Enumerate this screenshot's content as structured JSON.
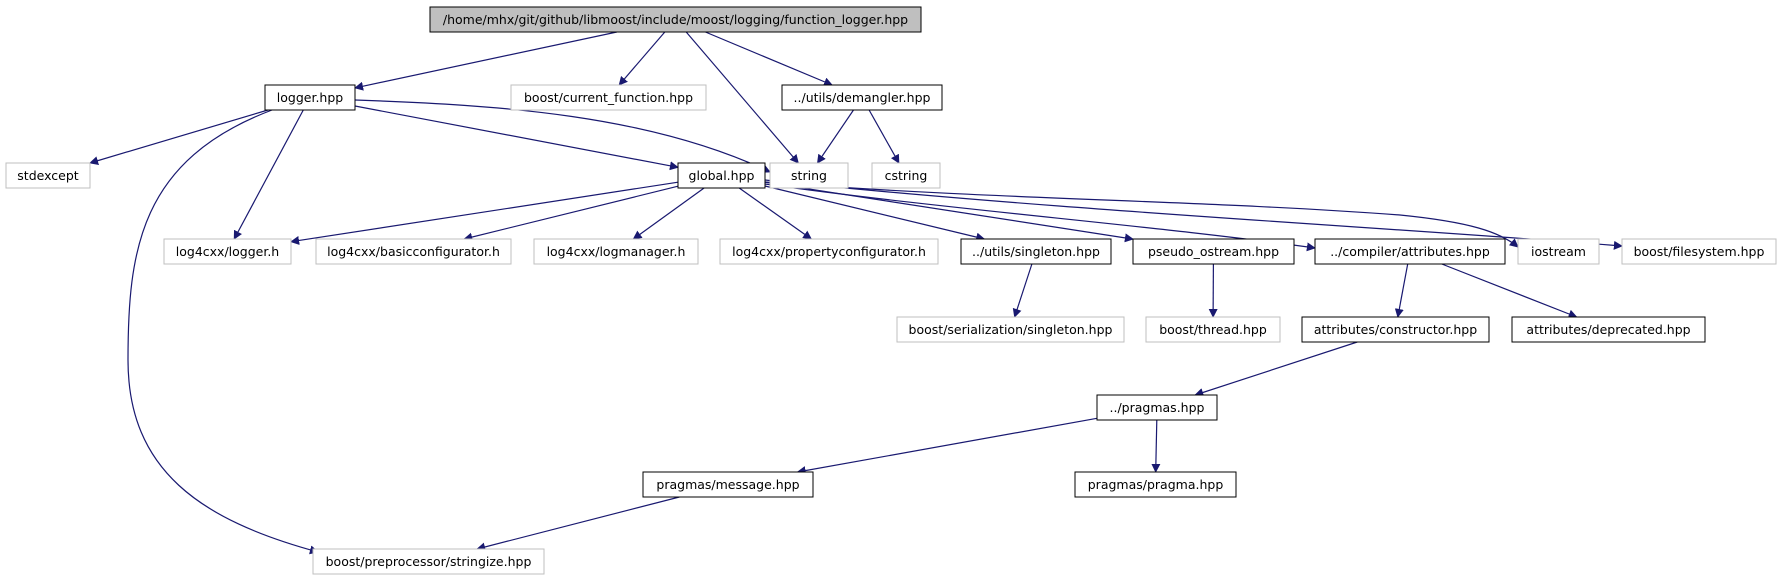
{
  "colors": {
    "edge": "#191970",
    "root_fill": "#bfbfbf",
    "root_border": "#000000",
    "documented_border": "#000000",
    "external_border": "#bfbfbf",
    "background": "#ffffff"
  },
  "nodes": {
    "root": {
      "label": "/home/mhx/git/github/libmoost/include/moost/logging/function_logger.hpp",
      "kind": "root"
    },
    "logger_hpp": {
      "label": "logger.hpp",
      "kind": "documented"
    },
    "current_function": {
      "label": "boost/current_function.hpp",
      "kind": "external"
    },
    "demangler": {
      "label": "../utils/demangler.hpp",
      "kind": "documented"
    },
    "stdexcept": {
      "label": "stdexcept",
      "kind": "external"
    },
    "global": {
      "label": "global.hpp",
      "kind": "documented"
    },
    "string": {
      "label": "string",
      "kind": "external"
    },
    "cstring": {
      "label": "cstring",
      "kind": "external"
    },
    "log4cxx_logger": {
      "label": "log4cxx/logger.h",
      "kind": "external"
    },
    "basicconf": {
      "label": "log4cxx/basicconfigurator.h",
      "kind": "external"
    },
    "logmanager": {
      "label": "log4cxx/logmanager.h",
      "kind": "external"
    },
    "propconf": {
      "label": "log4cxx/propertyconfigurator.h",
      "kind": "external"
    },
    "singleton": {
      "label": "../utils/singleton.hpp",
      "kind": "documented"
    },
    "pseudo_ostream": {
      "label": "pseudo_ostream.hpp",
      "kind": "documented"
    },
    "attributes": {
      "label": "../compiler/attributes.hpp",
      "kind": "documented"
    },
    "iostream": {
      "label": "iostream",
      "kind": "external"
    },
    "filesystem": {
      "label": "boost/filesystem.hpp",
      "kind": "external"
    },
    "ser_singleton": {
      "label": "boost/serialization/singleton.hpp",
      "kind": "external"
    },
    "thread": {
      "label": "boost/thread.hpp",
      "kind": "external"
    },
    "constructor": {
      "label": "attributes/constructor.hpp",
      "kind": "documented"
    },
    "deprecated": {
      "label": "attributes/deprecated.hpp",
      "kind": "documented"
    },
    "pragmas": {
      "label": "../pragmas.hpp",
      "kind": "documented"
    },
    "message": {
      "label": "pragmas/message.hpp",
      "kind": "documented"
    },
    "pragma": {
      "label": "pragmas/pragma.hpp",
      "kind": "documented"
    },
    "stringize": {
      "label": "boost/preprocessor/stringize.hpp",
      "kind": "external"
    }
  },
  "edges": [
    {
      "from": "root",
      "to": "logger_hpp"
    },
    {
      "from": "root",
      "to": "current_function"
    },
    {
      "from": "root",
      "to": "string"
    },
    {
      "from": "root",
      "to": "demangler"
    },
    {
      "from": "logger_hpp",
      "to": "stdexcept"
    },
    {
      "from": "logger_hpp",
      "to": "global"
    },
    {
      "from": "logger_hpp",
      "to": "string"
    },
    {
      "from": "logger_hpp",
      "to": "log4cxx_logger"
    },
    {
      "from": "logger_hpp",
      "to": "stringize"
    },
    {
      "from": "demangler",
      "to": "string"
    },
    {
      "from": "demangler",
      "to": "cstring"
    },
    {
      "from": "global",
      "to": "log4cxx_logger"
    },
    {
      "from": "global",
      "to": "basicconf"
    },
    {
      "from": "global",
      "to": "logmanager"
    },
    {
      "from": "global",
      "to": "propconf"
    },
    {
      "from": "global",
      "to": "singleton"
    },
    {
      "from": "global",
      "to": "pseudo_ostream"
    },
    {
      "from": "global",
      "to": "attributes"
    },
    {
      "from": "global",
      "to": "iostream"
    },
    {
      "from": "global",
      "to": "filesystem"
    },
    {
      "from": "singleton",
      "to": "ser_singleton"
    },
    {
      "from": "pseudo_ostream",
      "to": "thread"
    },
    {
      "from": "attributes",
      "to": "constructor"
    },
    {
      "from": "attributes",
      "to": "deprecated"
    },
    {
      "from": "constructor",
      "to": "pragmas"
    },
    {
      "from": "pragmas",
      "to": "message"
    },
    {
      "from": "pragmas",
      "to": "pragma"
    },
    {
      "from": "message",
      "to": "stringize"
    }
  ]
}
